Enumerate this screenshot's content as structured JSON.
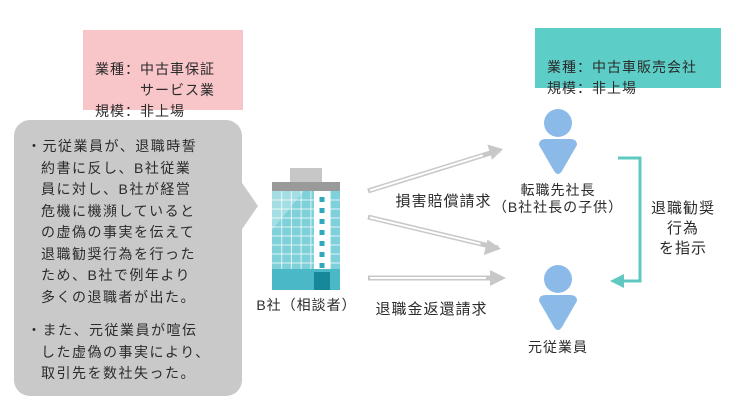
{
  "colors": {
    "pink_box_bg": "#f8c5c8",
    "teal_box_bg": "#5dcec7",
    "bubble_bg": "#c9c9c9",
    "arrow_gray": "#c8c8c8",
    "person_blue": "#8cbae8",
    "bracket_teal": "#5fc9c1",
    "building_teal": "#7ed1d9",
    "building_base": "#4bb8c7",
    "building_dark": "#17879a",
    "text_dark": "#2b2b2b"
  },
  "info_boxes": {
    "left": {
      "text": "業種：中古車保証\n　　　サービス業\n規模：非上場"
    },
    "right": {
      "text": "業種：中古車販売会社\n規模：非上場"
    }
  },
  "speech_bubble": {
    "bullets": [
      "・元従業員が、退職時誓\n約書に反し、B社従業\n員に対し、B社が経営\n危機に機瀕していると\nの虚偽の事実を伝えて\n退職勧奨行為を行った\nため、B社で例年より\n多くの退職者が出た。",
      "・また、元従業員が喧伝\nした虚偽の事実により、\n取引先を数社失った。"
    ]
  },
  "company": {
    "label": "B社（相談者）"
  },
  "arrows": {
    "damage_claim_label": "損害賠償請求",
    "severance_return_label": "退職金返還請求"
  },
  "people": {
    "president": {
      "label": "転職先社長\n（B社社長の子供）"
    },
    "former_employee": {
      "label": "元従業員"
    }
  },
  "bracket": {
    "label": "退職勧奨\n行為\nを指示"
  }
}
